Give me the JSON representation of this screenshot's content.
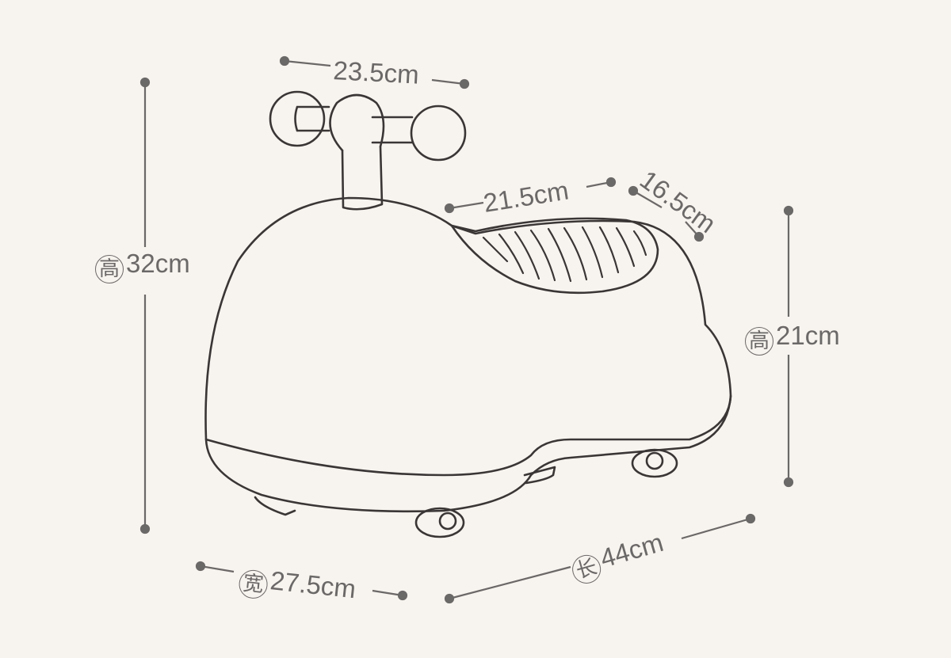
{
  "dimensions": {
    "handle_width": {
      "value": "23.5cm"
    },
    "seat_length": {
      "value": "21.5cm"
    },
    "seat_width": {
      "value": "16.5cm"
    },
    "total_height": {
      "prefix": "高",
      "value": "32cm"
    },
    "body_height": {
      "prefix": "高",
      "value": "21cm"
    },
    "width": {
      "prefix": "宽",
      "value": "27.5cm"
    },
    "length": {
      "prefix": "长",
      "value": "44cm"
    }
  },
  "colors": {
    "background": "#f7f4ef",
    "line": "#6b6868",
    "outline": "#3a3636"
  }
}
